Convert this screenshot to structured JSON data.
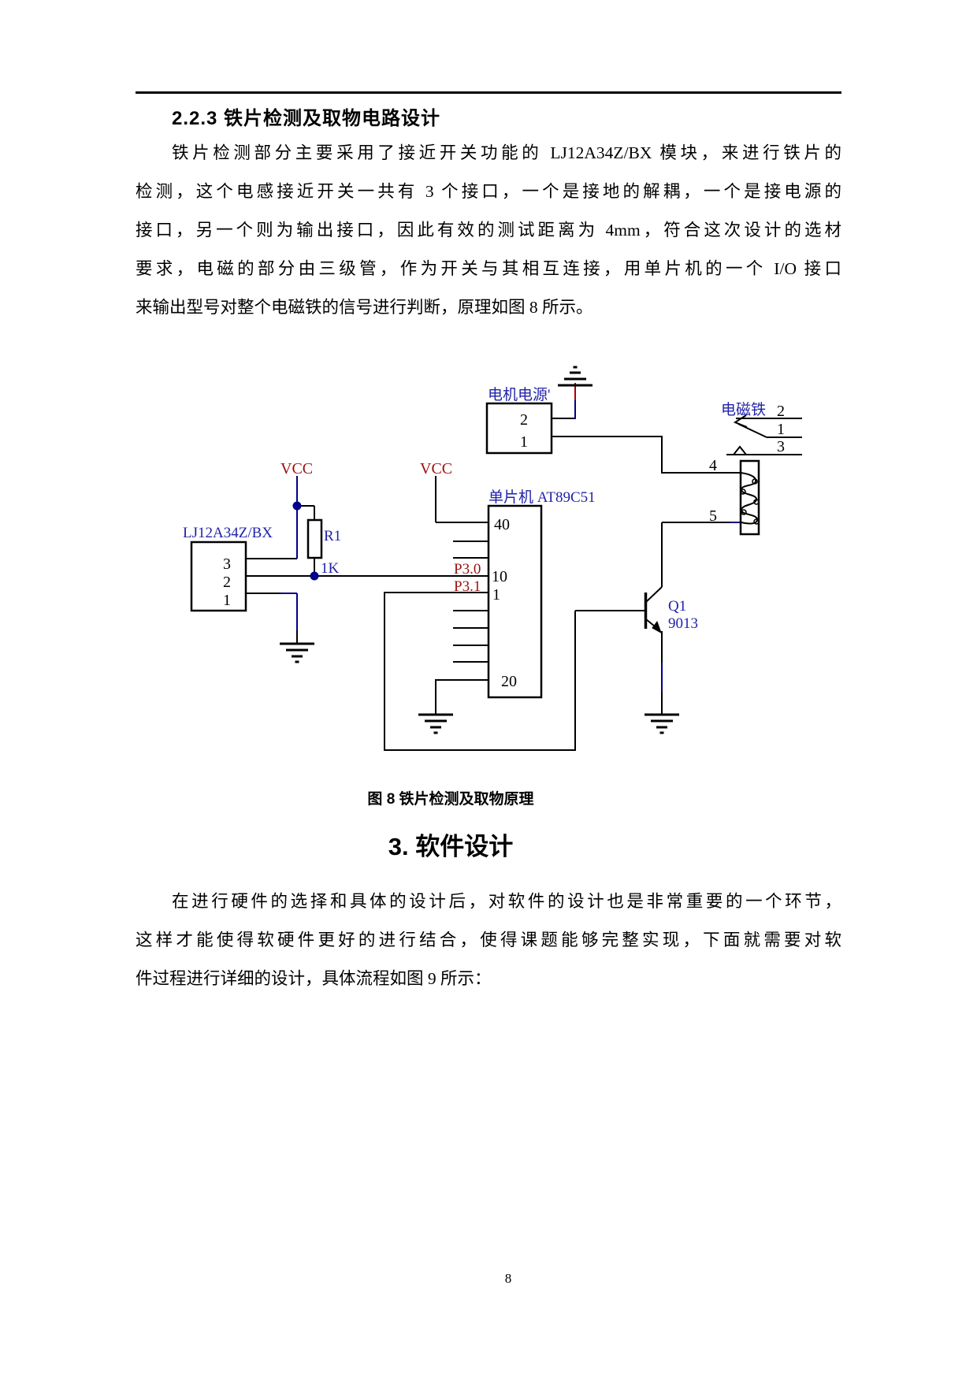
{
  "page_number": "8",
  "doc": {
    "heading_223": "2.2.3 铁片检测及取物电路设计",
    "para1": [
      "铁片检测部分主要采用了接近开关功能的 LJ12A34Z/BX 模块，来进行铁片的",
      "检测，这个电感接近开关一共有 3 个接口，一个是接地的解耦，一个是接电源的",
      "接口，另一个则为输出接口，因此有效的测试距离为 4mm，符合这次设计的选材",
      "要求，电磁的部分由三级管，作为开关与其相互连接，用单片机的一个 I/O 接口",
      "来输出型号对整个电磁铁的信号进行判断，原理如图 8 所示。"
    ],
    "figure_caption": "图 8 铁片检测及取物原理",
    "heading_3": "3. 软件设计",
    "para2": [
      "在进行硬件的选择和具体的设计后，对软件的设计也是非常重要的一个环节，",
      "这样才能使得软硬件更好的进行结合，使得课题能够完整实现，下面就需要对软",
      "件过程进行详细的设计，具体流程如图 9 所示："
    ]
  },
  "circuit": {
    "labels": {
      "motor_power": "电机电源'",
      "magnet": "电磁铁",
      "mcu": "单片机 AT89C51",
      "sensor": "LJ12A34Z/BX",
      "vcc_left": "VCC",
      "vcc_mid": "VCC",
      "r1": "R1",
      "r1_value": "1K",
      "q1": "Q1",
      "q1_value": "9013",
      "p30": "P3.0",
      "p31": "P3.1"
    },
    "pins": {
      "motor": {
        "p2": "2",
        "p1": "1"
      },
      "sensor": {
        "p3": "3",
        "p2": "2",
        "p1": "1"
      },
      "mcu": {
        "p40": "40",
        "p10": "10",
        "p1": "1",
        "p20": "20"
      },
      "relay": {
        "p2": "2",
        "p1": "1",
        "p3": "3",
        "p4": "4",
        "p5": "5"
      }
    },
    "colors": {
      "wire": "#000000",
      "net_navy": "#000088",
      "net_red": "#aa0000",
      "label_blue": "#2222aa",
      "vcc_red": "#9b1010"
    }
  }
}
